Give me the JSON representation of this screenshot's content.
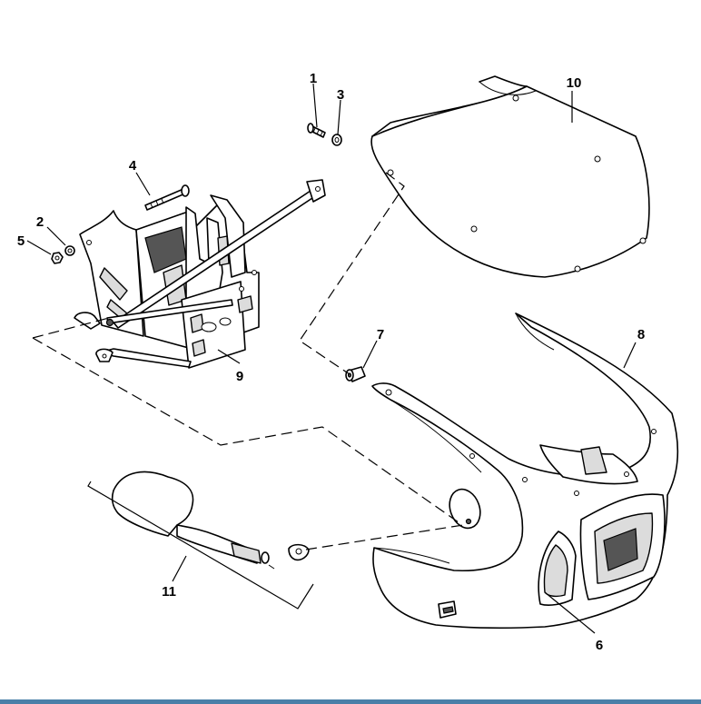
{
  "callouts": {
    "c1": "1",
    "c2": "2",
    "c3": "3",
    "c4": "4",
    "c5": "5",
    "c6": "6",
    "c7": "7",
    "c8": "8",
    "c9": "9",
    "c10": "10",
    "c11": "11"
  },
  "colors": {
    "line": "#000000",
    "background": "#ffffff",
    "shade": "#dcdcdc",
    "bottom_bar": "#4a7fa8"
  }
}
